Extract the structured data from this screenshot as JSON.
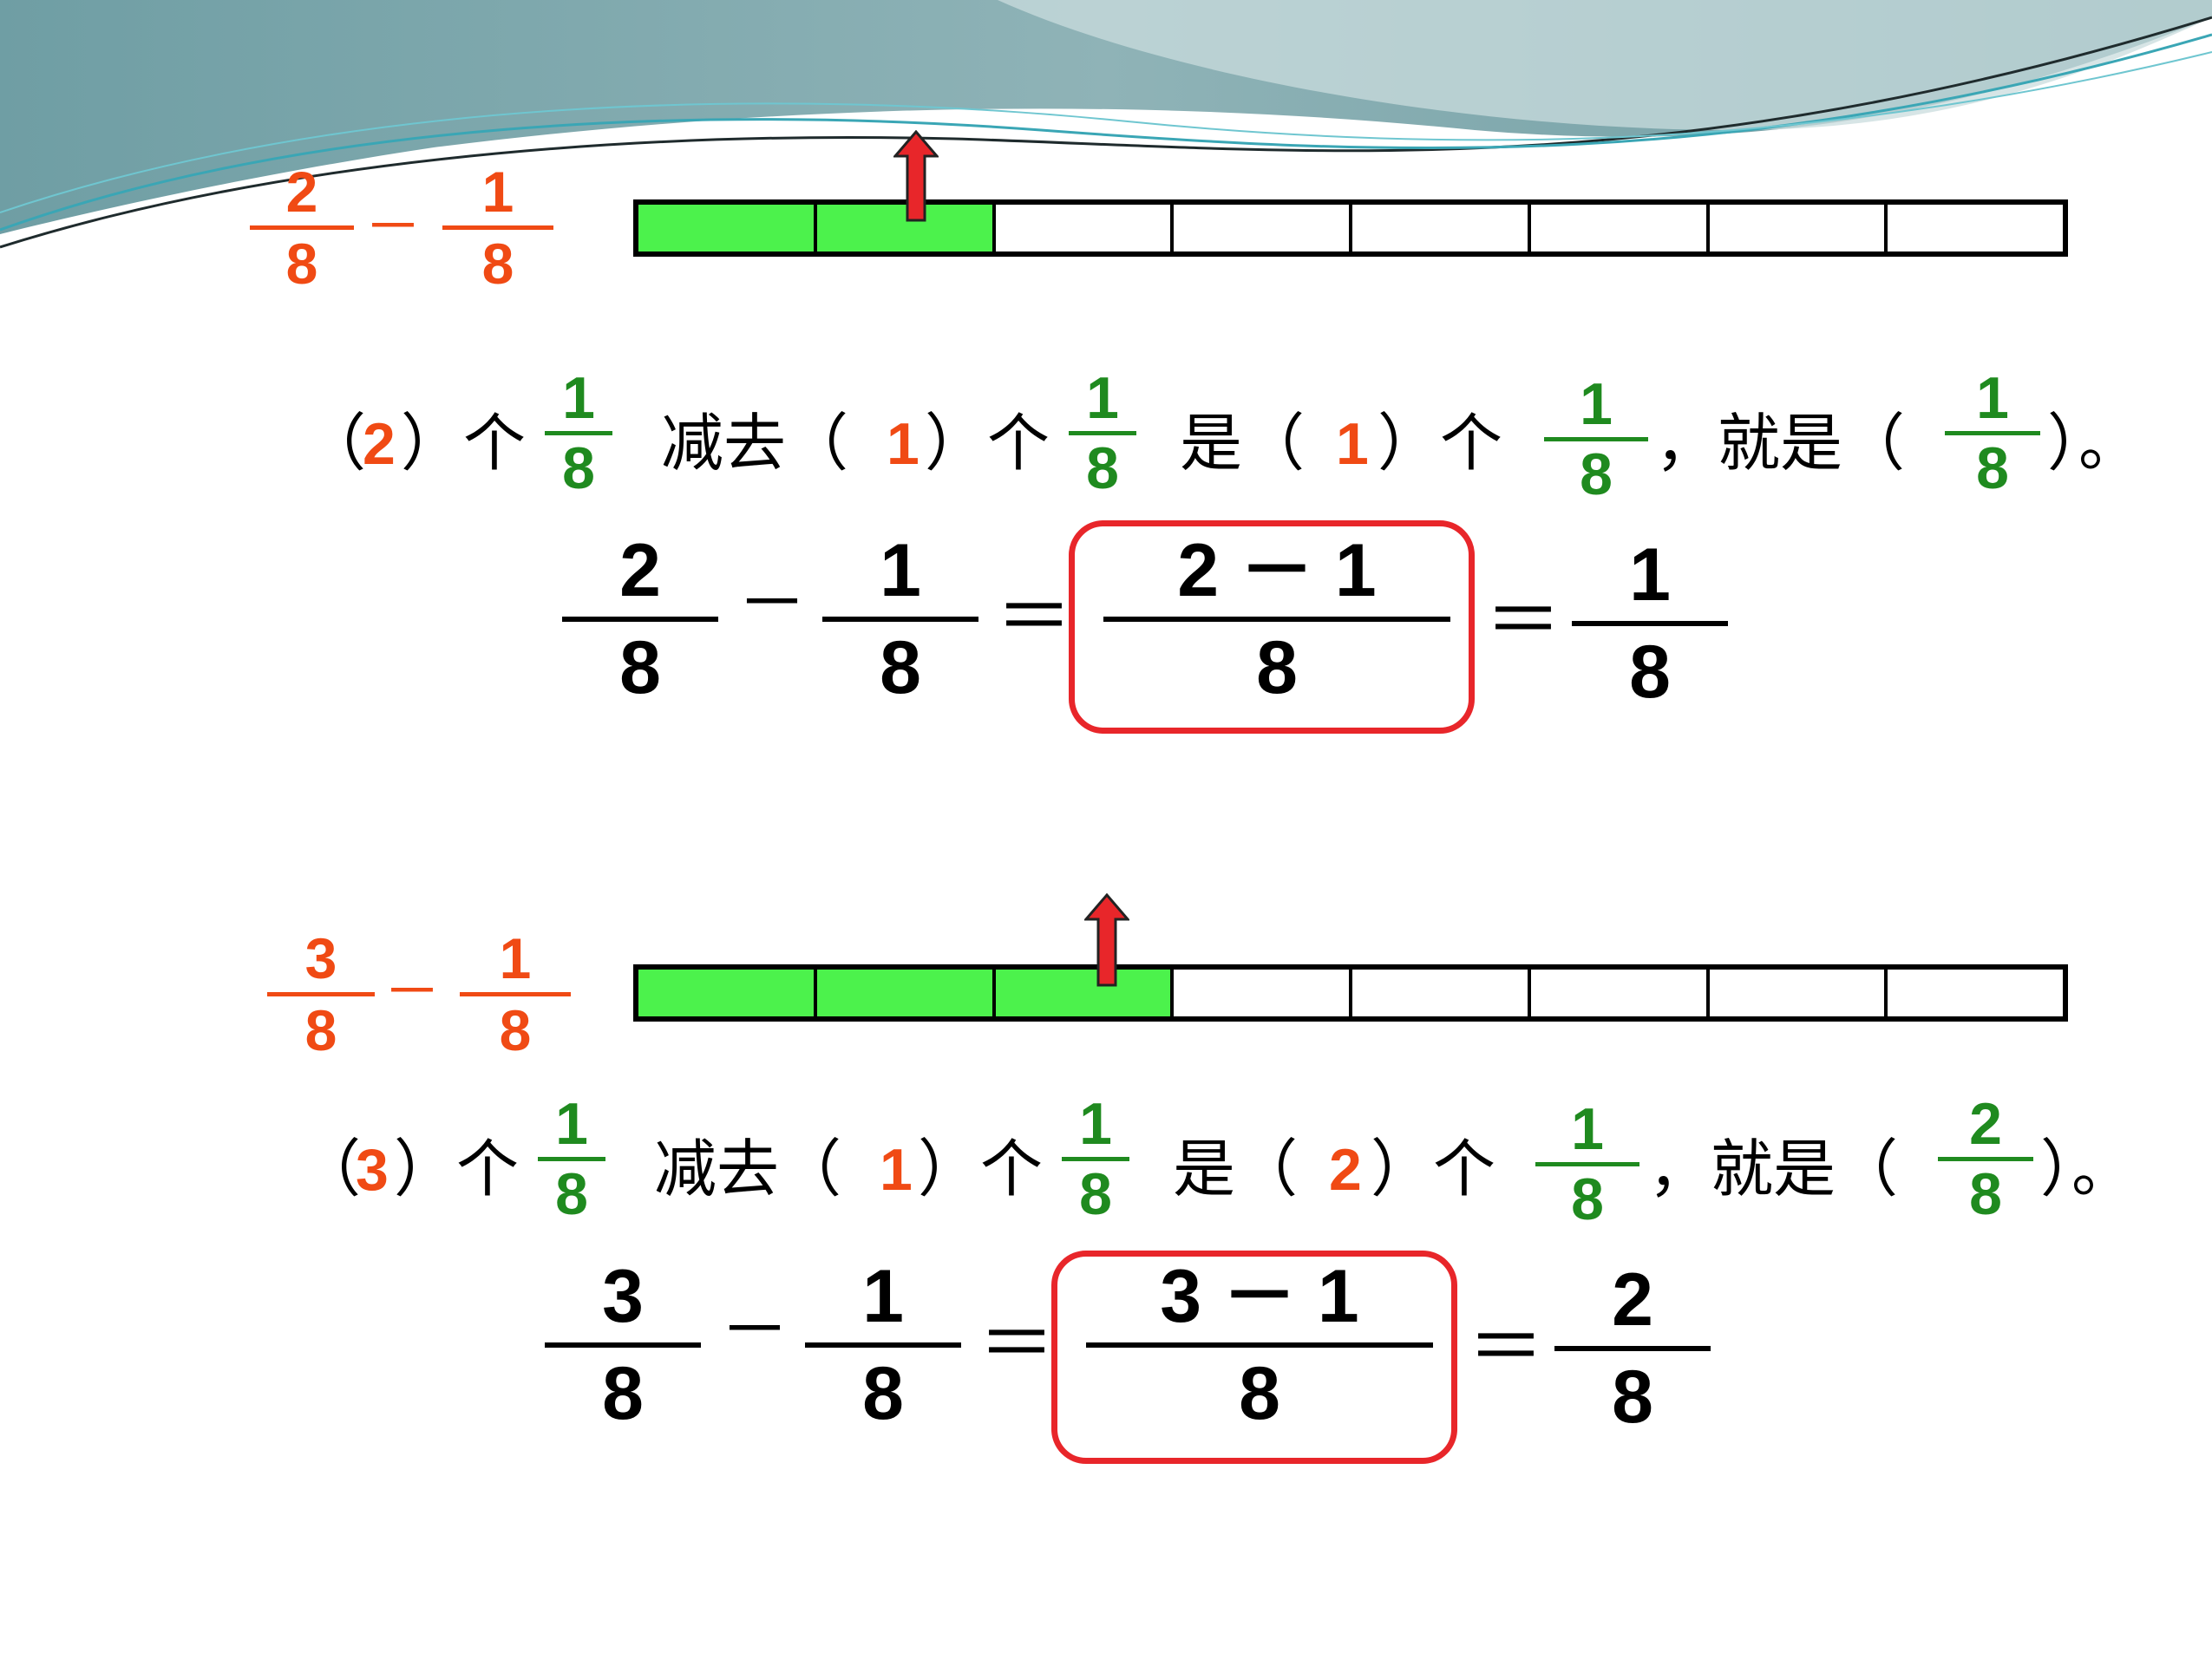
{
  "colors": {
    "orange": "#f04a14",
    "green": "#1f8a1f",
    "black": "#000000",
    "fill_green": "#4cf24c",
    "arrow_red": "#e8262a",
    "box_red": "#e8262a",
    "wave_teal": "#7aa6aa"
  },
  "sections": [
    {
      "label_fraction": {
        "a_num": "2",
        "a_den": "8",
        "minus": "－",
        "b_num": "1",
        "b_den": "8"
      },
      "strip": {
        "cells": 8,
        "filled": 2,
        "arrow_at_cell": 2
      },
      "sentence": {
        "open1": "（",
        "n1": "2",
        "close1": "）个",
        "f1_num": "1",
        "f1_den": "8",
        "mid1": "减去（",
        "n2": "1",
        "close2": "）个",
        "f2_num": "1",
        "f2_den": "8",
        "mid2": "是（ ",
        "n3": "1",
        "close3": "）个",
        "f3_num": "1",
        "f3_den": "8",
        "mid3": "，就是（",
        "f4_num": "1",
        "f4_den": "8",
        "end": "）。"
      },
      "equation": {
        "a_num": "2",
        "a_den": "8",
        "minus": "－",
        "b_num": "1",
        "b_den": "8",
        "eq1": "＝",
        "box_num": "2 － 1",
        "box_den": "8",
        "eq2": "＝",
        "r_num": "1",
        "r_den": "8"
      }
    },
    {
      "label_fraction": {
        "a_num": "3",
        "a_den": "8",
        "minus": "－",
        "b_num": "1",
        "b_den": "8"
      },
      "strip": {
        "cells": 8,
        "filled": 3,
        "arrow_at_cell": 3
      },
      "sentence": {
        "open1": "（",
        "n1": "3",
        "close1": "）个",
        "f1_num": "1",
        "f1_den": "8",
        "mid1": "减去（",
        "n2": "1",
        "close2": "）个",
        "f2_num": "1",
        "f2_den": "8",
        "mid2": "是（ ",
        "n3": "2",
        "close3": "）个",
        "f3_num": "1",
        "f3_den": "8",
        "mid3": "，就是（",
        "f4_num": "2",
        "f4_den": "8",
        "end": "）。"
      },
      "equation": {
        "a_num": "3",
        "a_den": "8",
        "minus": "－",
        "b_num": "1",
        "b_den": "8",
        "eq1": "＝",
        "box_num": "3 － 1",
        "box_den": "8",
        "eq2": "＝",
        "r_num": "2",
        "r_den": "8"
      }
    }
  ]
}
